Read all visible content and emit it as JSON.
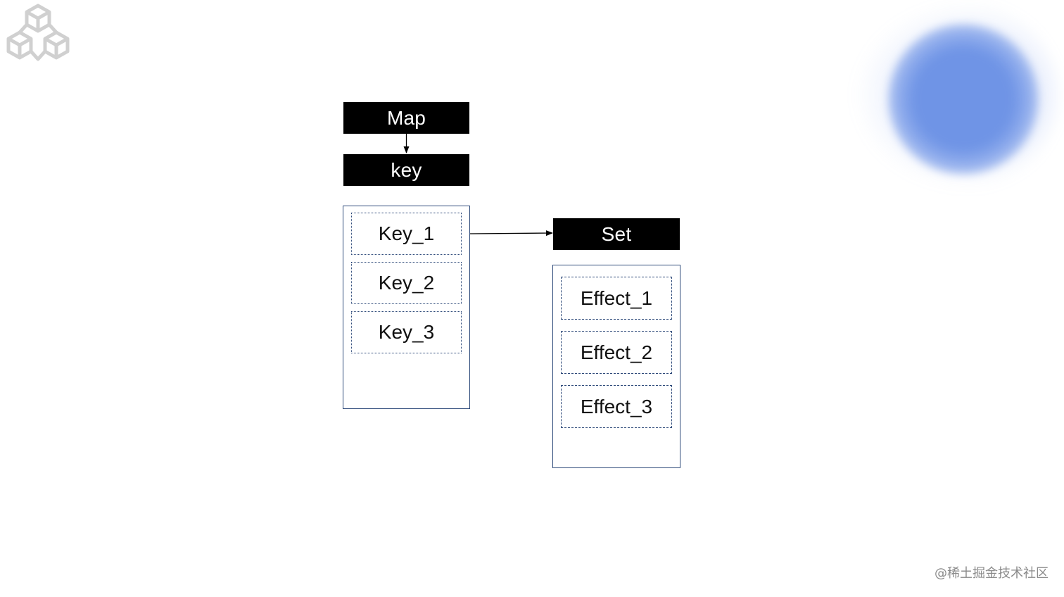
{
  "diagram": {
    "map_label": "Map",
    "key_label": "key",
    "set_label": "Set",
    "keys": [
      "Key_1",
      "Key_2",
      "Key_3"
    ],
    "effects": [
      "Effect_1",
      "Effect_2",
      "Effect_3"
    ]
  },
  "watermark": "@稀土掘金技术社区",
  "colors": {
    "box_fill": "#000000",
    "box_text": "#ffffff",
    "border": "#2e4a7a",
    "blob": "#6f94e6",
    "logo": "#d0d0d0"
  },
  "icons": {
    "logo": "cubes-logo-icon",
    "blob": "blue-blur-decoration"
  }
}
